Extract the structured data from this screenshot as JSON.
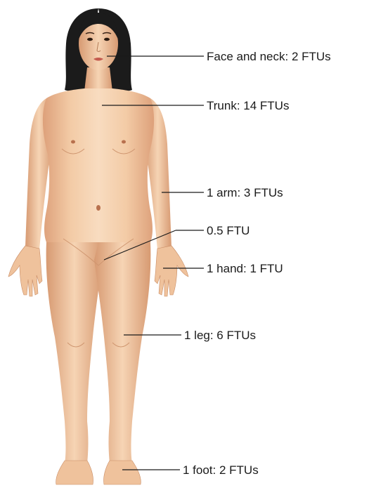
{
  "labels": {
    "face_neck": "Face and neck: 2 FTUs",
    "trunk": "Trunk: 14 FTUs",
    "arm": "1 arm: 3 FTUs",
    "genital": "0.5 FTU",
    "hand": "1 hand: 1 FTU",
    "leg": "1 leg: 6 FTUs",
    "foot": "1 foot: 2 FTUs"
  },
  "colors": {
    "skin": "#f2c9a2",
    "skin_shadow": "#d9a27a",
    "skin_highlight": "#f8dcc0",
    "hair": "#1b1b1b",
    "line": "#1a1a1a"
  }
}
